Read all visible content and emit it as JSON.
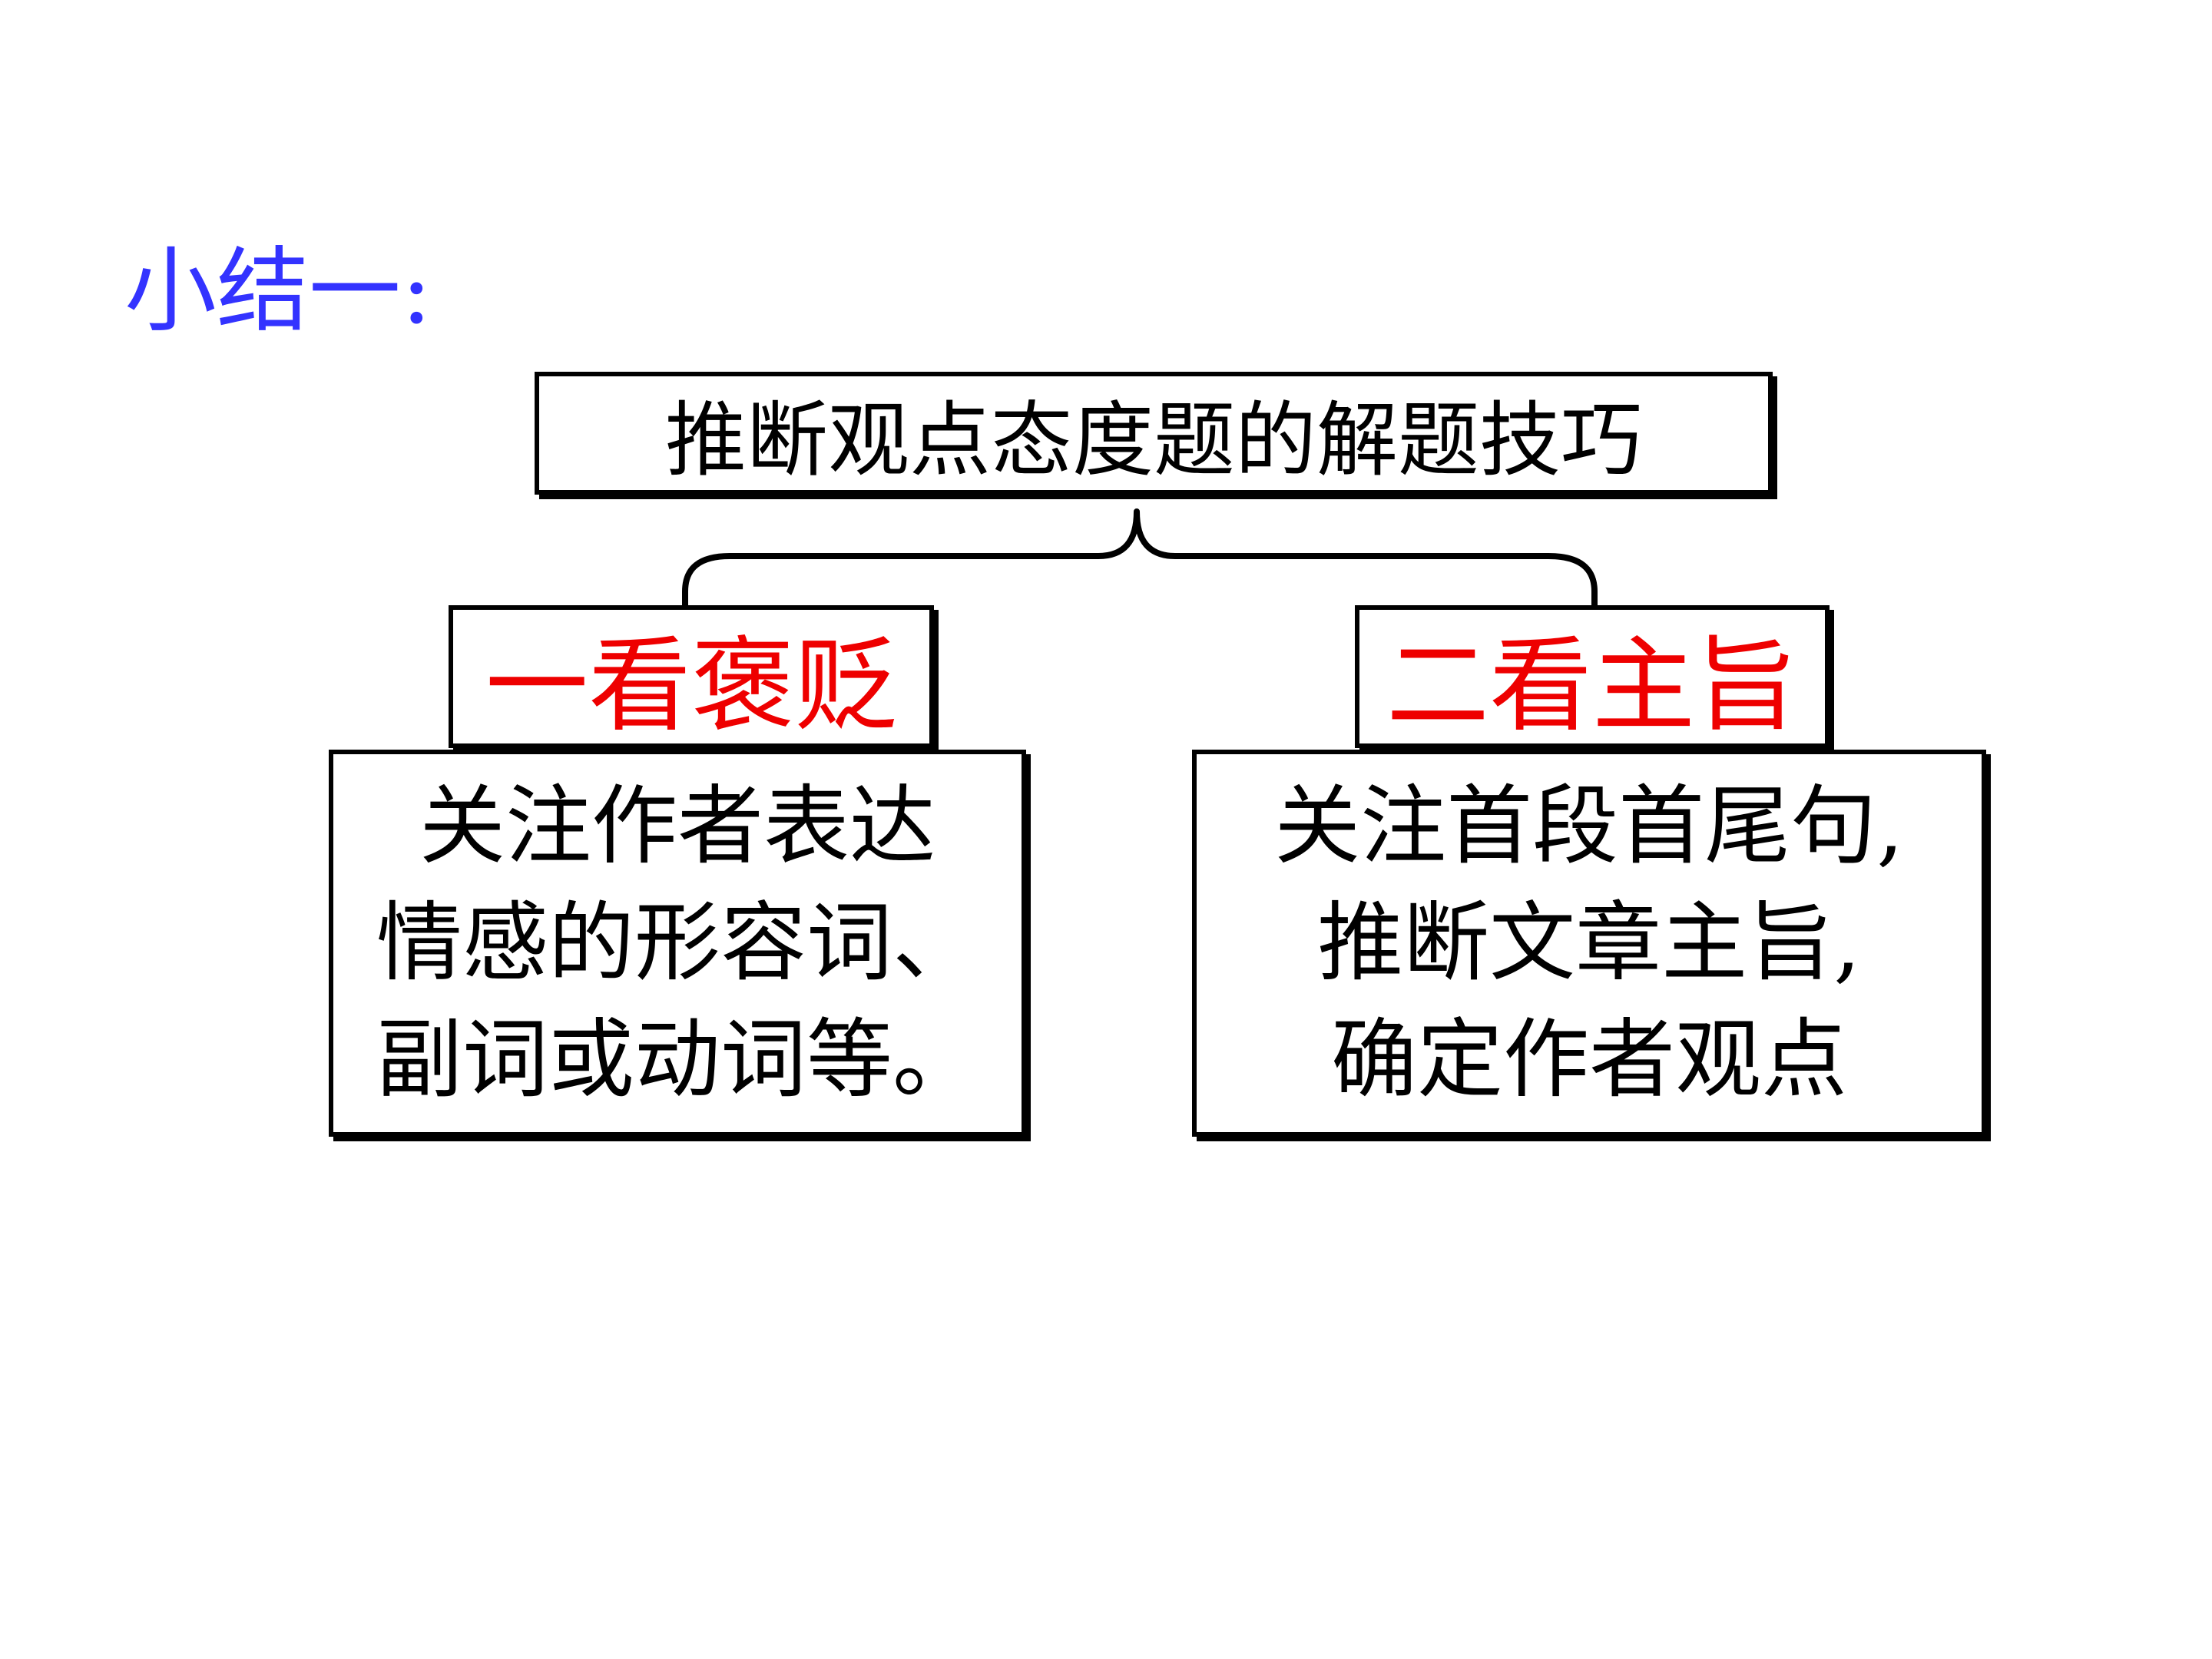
{
  "slide": {
    "title": "小结一:",
    "heading": "推断观点态度题的解题技巧",
    "branches": [
      {
        "label": "一看褒贬",
        "description": [
          "关注作者表达",
          "情感的形容词、",
          "副词或动词等。"
        ]
      },
      {
        "label": "二看主旨",
        "description": [
          "关注首段首尾句,",
          "推断文章主旨,",
          "确定作者观点"
        ]
      }
    ]
  },
  "colors": {
    "title": "#3333ff",
    "label": "#ee0000",
    "text": "#000000",
    "border": "#000000",
    "background": "#ffffff"
  }
}
